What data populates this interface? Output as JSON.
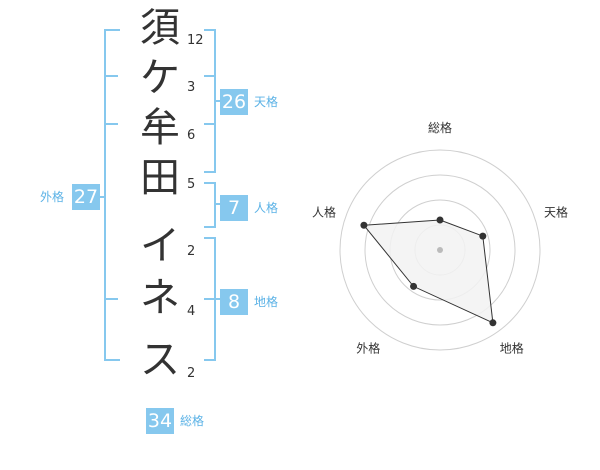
{
  "name": {
    "characters": [
      {
        "char": "須",
        "strokes": "12"
      },
      {
        "char": "ケ",
        "strokes": "3"
      },
      {
        "char": "牟",
        "strokes": "6"
      },
      {
        "char": "田",
        "strokes": "5"
      },
      {
        "char": "イ",
        "strokes": "2"
      },
      {
        "char": "ネ",
        "strokes": "4"
      },
      {
        "char": "ス",
        "strokes": "2"
      }
    ]
  },
  "fortunes": {
    "tenkaku": {
      "value": "26",
      "label": "天格"
    },
    "jinkaku": {
      "value": "7",
      "label": "人格"
    },
    "chikaku": {
      "value": "8",
      "label": "地格"
    },
    "gaikaku": {
      "value": "27",
      "label": "外格"
    },
    "soukaku": {
      "value": "34",
      "label": "総格"
    }
  },
  "radar": {
    "axes": [
      "総格",
      "天格",
      "地格",
      "外格",
      "人格"
    ],
    "levels": 4,
    "values": [
      0.3,
      0.45,
      0.9,
      0.45,
      0.8
    ],
    "colors": {
      "fill": "#f2f2f2",
      "line": "#333333",
      "grid": "#cfcfcf",
      "center": "#bbbbbb"
    }
  }
}
